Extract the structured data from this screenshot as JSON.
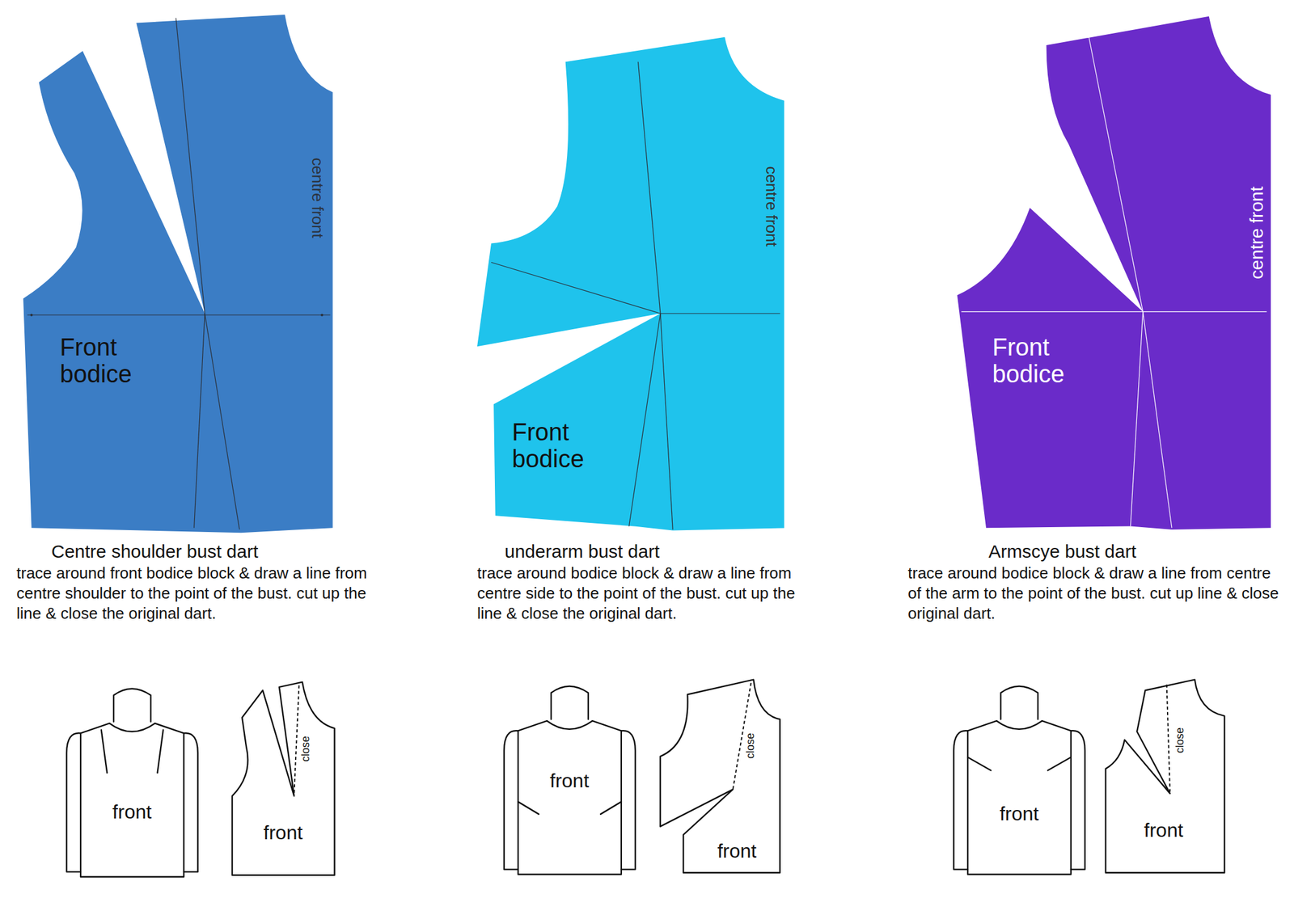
{
  "diagram": {
    "nodes": [
      {
        "text": [
          "centre front",
          "Front bodice"
        ]
      },
      {
        "text": [
          "centre front",
          "Front bodice"
        ]
      },
      {
        "text": [
          "centre front",
          "Front bodice"
        ]
      },
      {
        "text": [
          "front"
        ]
      },
      {
        "text": [
          "close",
          "front"
        ]
      },
      {
        "text": [
          "front"
        ]
      },
      {
        "text": [
          "close",
          "front"
        ]
      },
      {
        "text": [
          "front"
        ]
      },
      {
        "text": [
          "close",
          "front"
        ]
      }
    ],
    "labels": [
      "Centre shoulder bust dart",
      "trace around front bodice block & draw a line from centre shoulder to the point of the bust. cut up the line & close the original dart.",
      "underarm bust dart",
      "trace around bodice block & draw a line from centre side to the point of the bust. cut up the line & close the original dart.",
      "Armscye bust dart",
      "trace around bodice block & draw a line from centre of the arm to the point of the bust. cut up line & close original dart."
    ]
  }
}
